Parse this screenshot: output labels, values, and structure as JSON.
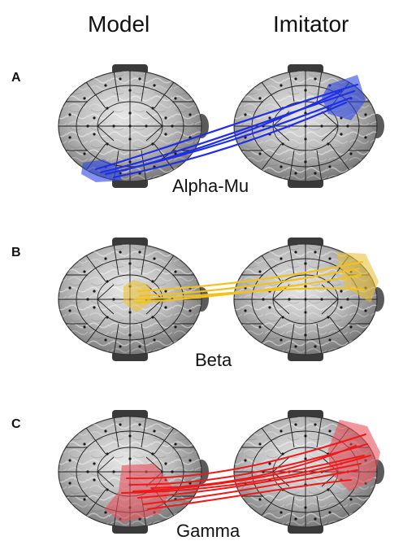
{
  "columns": {
    "left": "Model",
    "right": "Imitator"
  },
  "panels": [
    {
      "letter": "A",
      "band": "Alpha-Mu",
      "color": "#1f2ee8",
      "highlight": "#2c46e0"
    },
    {
      "letter": "B",
      "band": "Beta",
      "color": "#f2c21a",
      "highlight": "#e9c23a"
    },
    {
      "letter": "C",
      "band": "Gamma",
      "color": "#f01818",
      "highlight": "#e8505a"
    }
  ]
}
